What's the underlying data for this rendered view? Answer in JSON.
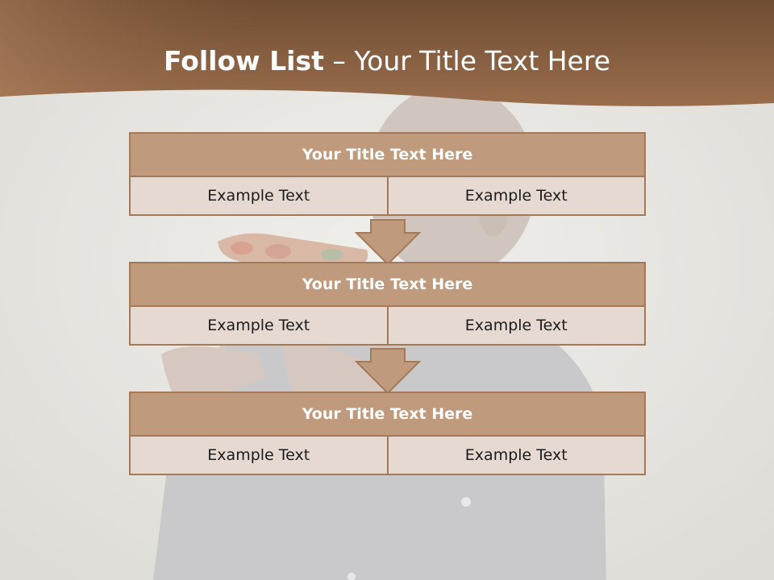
{
  "slide": {
    "title_bold": "Follow List",
    "title_rest": "– Your Title Text Here",
    "background_image": "man-eating-pizza-photo",
    "header_color": "#8a5e3c",
    "accent_color": "#bf9a7c"
  },
  "blocks": [
    {
      "title": "Your Title Text Here",
      "left": "Example Text",
      "right": "Example Text"
    },
    {
      "title": "Your Title Text Here",
      "left": "Example Text",
      "right": "Example Text"
    },
    {
      "title": "Your Title Text Here",
      "left": "Example Text",
      "right": "Example Text"
    }
  ]
}
